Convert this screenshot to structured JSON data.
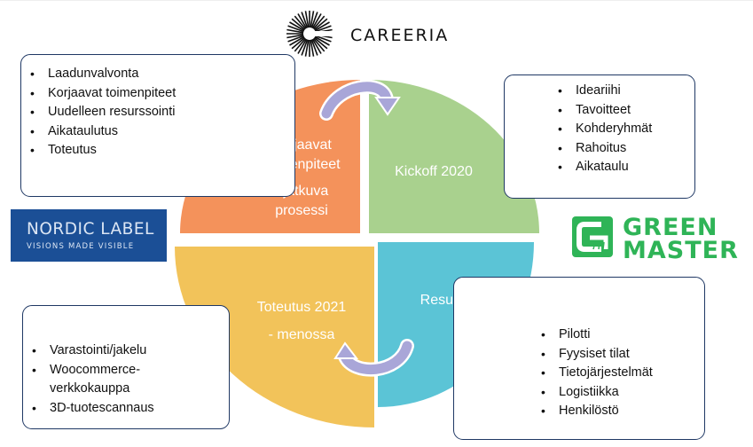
{
  "logos": {
    "careeria": "CAREERIA",
    "nordic_label": {
      "line1": "NORDIC LABEL",
      "line2": "VISIONS MADE VISIBLE"
    },
    "green_master": {
      "line1": "GREEN",
      "line2": "MASTER"
    }
  },
  "quadrants": {
    "top_left": {
      "line1": "Korjaavat",
      "line2": "toimenpiteet",
      "line3": "- jatkuva",
      "line4": "prosessi",
      "color": "#f4925b"
    },
    "top_right": {
      "line1": "Kickoff 2020",
      "color": "#a9d18e"
    },
    "bottom_right": {
      "line1": "Resurssit",
      "color": "#5bc4d6"
    },
    "bottom_left": {
      "line1": "Toteutus 2021",
      "line2": "- menossa",
      "color": "#f2c35a"
    }
  },
  "boxes": {
    "top_left": [
      "Laadunvalvonta",
      "Korjaavat toimenpiteet",
      "Uudelleen resurssointi",
      "Aikataulutus",
      "Toteutus"
    ],
    "top_right": [
      "Ideariihi",
      "Tavoitteet",
      "Kohderyhmät",
      "Rahoitus",
      "Aikataulu"
    ],
    "bottom_left": [
      "Varastointi/jakelu",
      "Woocommerce-verkkokauppa",
      "3D-tuotescannaus"
    ],
    "bottom_right": [
      "Pilotti",
      "Fyysiset tilat",
      "Tietojärjestelmät",
      "Logistiikka",
      "Henkilöstö"
    ]
  },
  "colors": {
    "box_border": "#1f3864",
    "arrow": "#a9a6d8",
    "nordic_bg": "#1b4f96",
    "green_master": "#2fb457"
  }
}
